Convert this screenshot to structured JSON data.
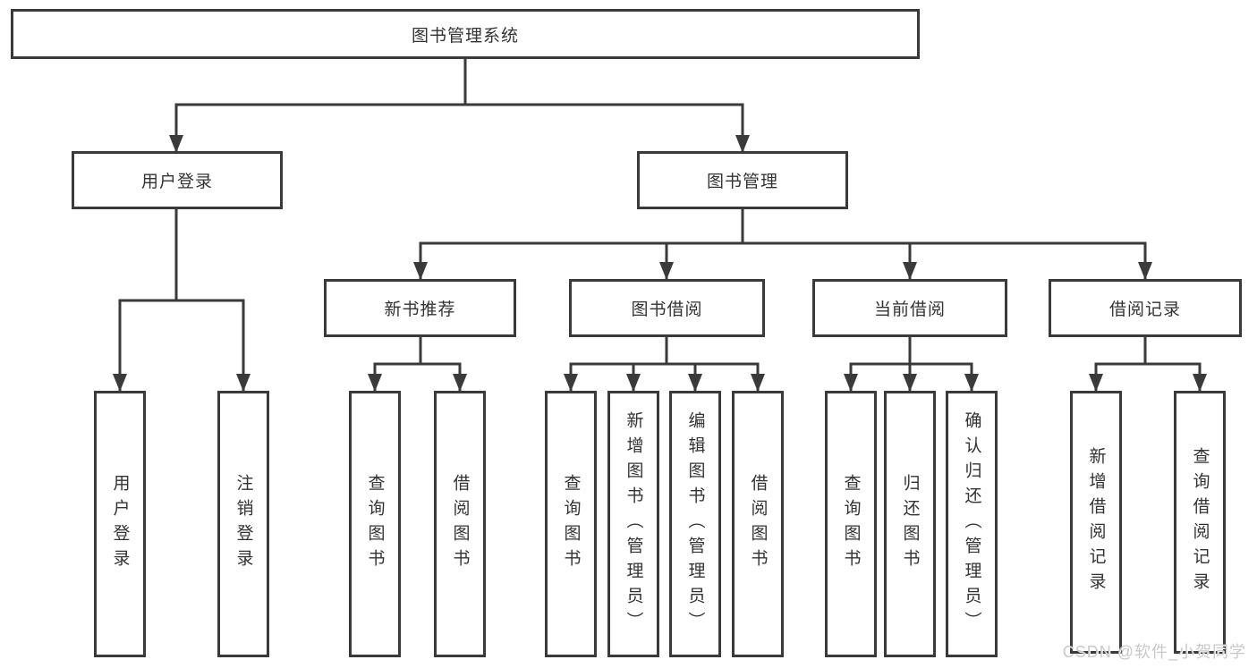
{
  "diagram": {
    "root": {
      "label": "图书管理系统"
    },
    "level2": [
      {
        "label": "用户登录"
      },
      {
        "label": "图书管理"
      }
    ],
    "level3": [
      {
        "label": "新书推荐"
      },
      {
        "label": "图书借阅"
      },
      {
        "label": "当前借阅"
      },
      {
        "label": "借阅记录"
      }
    ],
    "leaf_groups": [
      {
        "parent": "用户登录",
        "items": [
          {
            "label": "用户登录"
          },
          {
            "label": "注销登录"
          }
        ]
      },
      {
        "parent": "新书推荐",
        "items": [
          {
            "label": "查询图书"
          },
          {
            "label": "借阅图书"
          }
        ]
      },
      {
        "parent": "图书借阅",
        "items": [
          {
            "label": "查询图书"
          },
          {
            "label": "新增图书（管理员）"
          },
          {
            "label": "编辑图书（管理员）"
          },
          {
            "label": "借阅图书"
          }
        ]
      },
      {
        "parent": "当前借阅",
        "items": [
          {
            "label": "查询图书"
          },
          {
            "label": "归还图书"
          },
          {
            "label": "确认归还（管理员）"
          }
        ]
      },
      {
        "parent": "借阅记录",
        "items": [
          {
            "label": "新增借阅记录"
          },
          {
            "label": "查询借阅记录"
          }
        ]
      }
    ]
  },
  "watermark": {
    "text": "CSDN @软件_小贺同学"
  },
  "colors": {
    "line": "#3a3a3a",
    "text": "#333333",
    "box_fill": "#ffffff",
    "background": "#ffffff",
    "watermark": "#c9c9c9"
  }
}
